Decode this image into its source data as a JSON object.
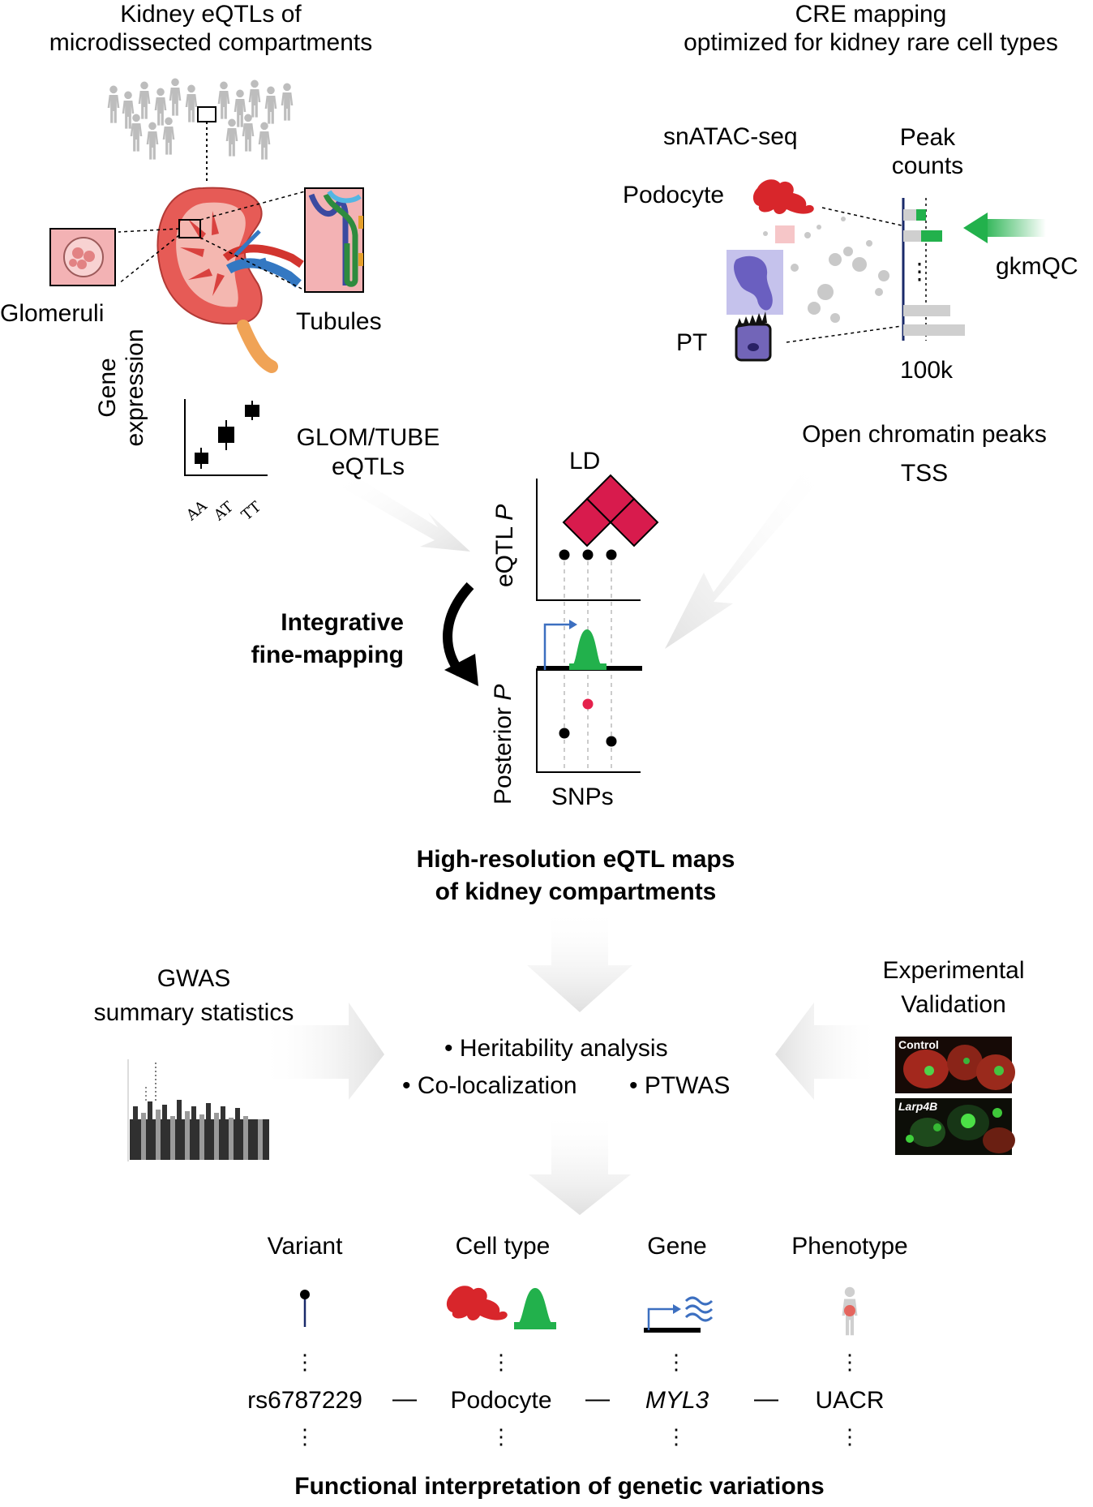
{
  "top_left": {
    "title_line1": "Kidney eQTLs of",
    "title_line2": "microdissected compartments",
    "glomeruli": "Glomeruli",
    "tubules": "Tubules"
  },
  "top_right": {
    "title_line1": "CRE mapping",
    "title_line2": "optimized for kidney rare cell types",
    "snatac": "snATAC-seq",
    "peak_line1": "Peak",
    "peak_line2": "counts",
    "podocyte": "Podocyte",
    "pt": "PT",
    "gkmqc": "gkmQC",
    "tick": "100k",
    "dots": "⋮"
  },
  "eqtl_plot": {
    "ylabel_line1": "Gene",
    "ylabel_line2": "expression",
    "genotypes": [
      "AA",
      "AT",
      "TT"
    ],
    "label_line1": "GLOM/TUBE",
    "label_line2": "eQTLs"
  },
  "chromatin": {
    "line1": "Open chromatin peaks",
    "line2": "TSS"
  },
  "finemap": {
    "ld": "LD",
    "eqtl_y": "eQTL ",
    "p": "P",
    "posterior_y": "Posterior ",
    "snps": "SNPs",
    "arrow_line1": "Integrative",
    "arrow_line2": "fine-mapping"
  },
  "maps": {
    "line1": "High-resolution eQTL maps",
    "line2": "of kidney compartments"
  },
  "gwas": {
    "line1": "GWAS",
    "line2": "summary statistics"
  },
  "validation": {
    "line1": "Experimental",
    "line2": "Validation",
    "control": "Control",
    "larp4b": "Larp4B"
  },
  "analyses": {
    "heritability": "• Heritability analysis",
    "coloc": "• Co-localization",
    "ptwas": "• PTWAS"
  },
  "bottom": {
    "headers": [
      "Variant",
      "Cell type",
      "Gene",
      "Phenotype"
    ],
    "values": [
      "rs6787229",
      "Podocyte",
      "MYL3",
      "UACR"
    ],
    "dash": "—",
    "dots": "⋮",
    "title": "Functional interpretation of genetic variations"
  },
  "colors": {
    "podocyte_red": "#d8262b",
    "peak_green": "#22b14c",
    "ld_red": "#d81b4d",
    "pt_purple": "#7265b8",
    "tss_blue": "#3c6fc0",
    "arrow_grey": "#e3e3e3"
  }
}
